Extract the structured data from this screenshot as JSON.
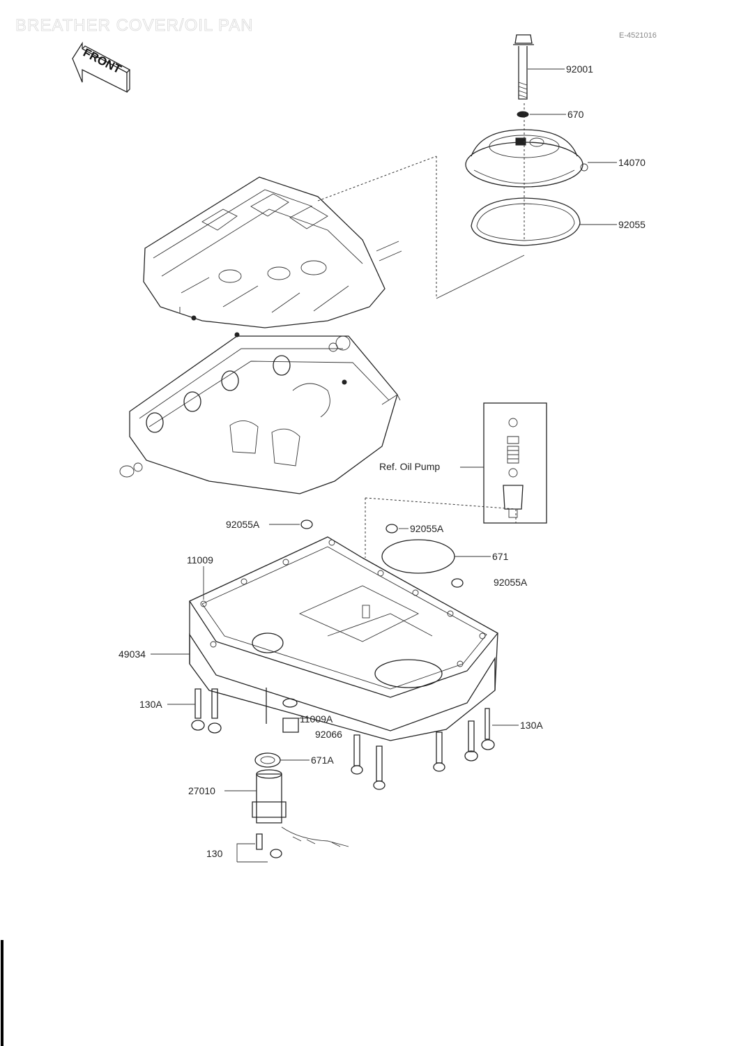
{
  "diagram": {
    "title": "BREATHER COVER/OIL PAN",
    "reference_code": "E-4521016",
    "front_marker": "FRONT",
    "oil_pump_reference": "Ref. Oil Pump",
    "callouts": {
      "bolt_top": "92001",
      "washer_top": "670",
      "breather_cover": "14070",
      "cover_gasket": "92055",
      "washer_a_left": "92055A",
      "washer_a_right_top": "92055A",
      "washer_a_right": "92055A",
      "oring_671": "671",
      "gasket_11009": "11009",
      "oil_pan": "49034",
      "bolts_130a_left": "130A",
      "bolts_130a_right": "130A",
      "gasket_11009a": "11009A",
      "plug_92066": "92066",
      "oring_671a": "671A",
      "switch_27010": "27010",
      "bolt_130": "130"
    }
  }
}
